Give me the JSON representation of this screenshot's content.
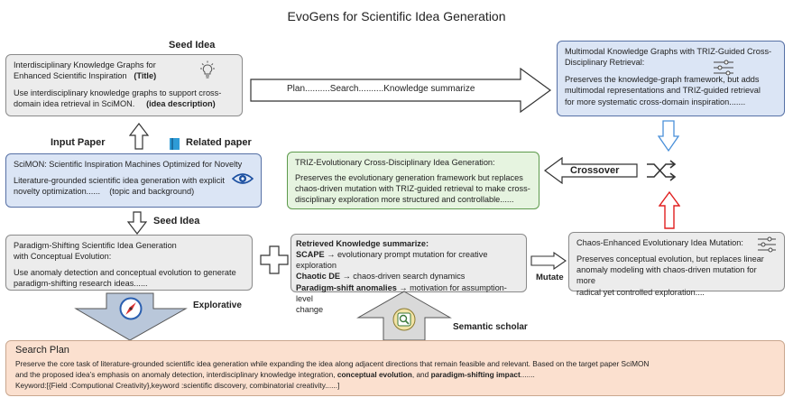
{
  "title": "EvoGens for Scientific Idea Generation",
  "seed_idea_label": "Seed Idea",
  "seed_box": {
    "title_line1": "Interdisciplinary Knowledge Graphs for",
    "title_line2": "Enhanced Scientific Inspiration",
    "title_tag": "(Title)",
    "desc_line1": "Use interdisciplinary knowledge graphs to support cross-",
    "desc_line2": "domain idea retrieval in SciMON.",
    "desc_tag": "(idea description)"
  },
  "plan_arrow_text": "Plan..........Search..........Knowledge summarize",
  "multimodal_box": {
    "title_line1": "Multimodal Knowledge Graphs with TRIZ-Guided Cross-",
    "title_line2": "Disciplinary Retrieval:",
    "desc_line1": "Preserves the knowledge-graph framework, but adds",
    "desc_line2": "multimodal representations and TRIZ-guided retrieval",
    "desc_line3": "for more systematic cross-domain inspiration......."
  },
  "input_paper_label": "Input Paper",
  "related_paper_label": "Related paper",
  "scimon_box": {
    "title": "SciMON: Scientific Inspiration Machines Optimized for Novelty",
    "desc_line1": "Literature-grounded scientific idea generation with explicit",
    "desc_line2": "novelty optimization......",
    "desc_tag": "(topic and background)"
  },
  "triz_box": {
    "title": "TRIZ-Evolutionary Cross-Disciplinary Idea Generation:",
    "desc_line1": "Preserves the evolutionary generation framework but replaces",
    "desc_line2": "chaos-driven mutation with TRIZ-guided retrieval to make cross-",
    "desc_line3": "disciplinary exploration more structured and controllable......"
  },
  "crossover_label": "Crossover",
  "seed_idea_label2": "Seed Idea",
  "paradigm_box": {
    "title_line1": "Paradigm-Shifting Scientific Idea Generation",
    "title_line2": "with Conceptual Evolution:",
    "desc_line1": "Use anomaly detection and conceptual evolution to generate",
    "desc_line2": "paradigm-shifting research ideas......"
  },
  "retrieved_box": {
    "heading": "Retrieved Knowledge summarize:",
    "item1_key": "SCAPE",
    "item1_text": " → evolutionary prompt mutation for creative exploration",
    "item2_key": "Chaotic DE",
    "item2_text": " → chaos-driven search dynamics",
    "item3_key": "Paradigm-shift anomalies",
    "item3_text": " → motivation for assumption-level",
    "item3_cont": "change"
  },
  "mutate_label": "Mutate",
  "chaos_box": {
    "title": "Chaos-Enhanced Evolutionary Idea Mutation:",
    "desc_line1": "Preserves conceptual evolution, but replaces linear",
    "desc_line2": "anomaly modeling with chaos-driven mutation for more",
    "desc_line3": "radical yet controlled exploration...."
  },
  "explorative_label": "Explorative",
  "semantic_label": "Semantic scholar",
  "search_plan": {
    "heading": "Search Plan",
    "line1": "Preserve the core task of literature-grounded scientific idea generation while expanding the idea along adjacent directions that remain feasible and relevant. Based on the target paper SciMON",
    "line2_a": "and the proposed idea’s emphasis on anomaly detection, interdisciplinary knowledge integration, ",
    "line2_b": "conceptual evolution",
    "line2_c": ", and ",
    "line2_d": "paradigm-shifting impact",
    "line2_e": ".......",
    "line3": "Keyword:[{Field  :Computional Creativity},keyword :scientific discovery, combinatorial creativity......]"
  },
  "colors": {
    "gray_box": "#ececec",
    "blue_box": "#dbe5f5",
    "green_box": "#e6f4e0",
    "peach_box": "#fbe0cf",
    "red_arrow": "#e02020",
    "blue_arrow": "#4a90d9"
  }
}
